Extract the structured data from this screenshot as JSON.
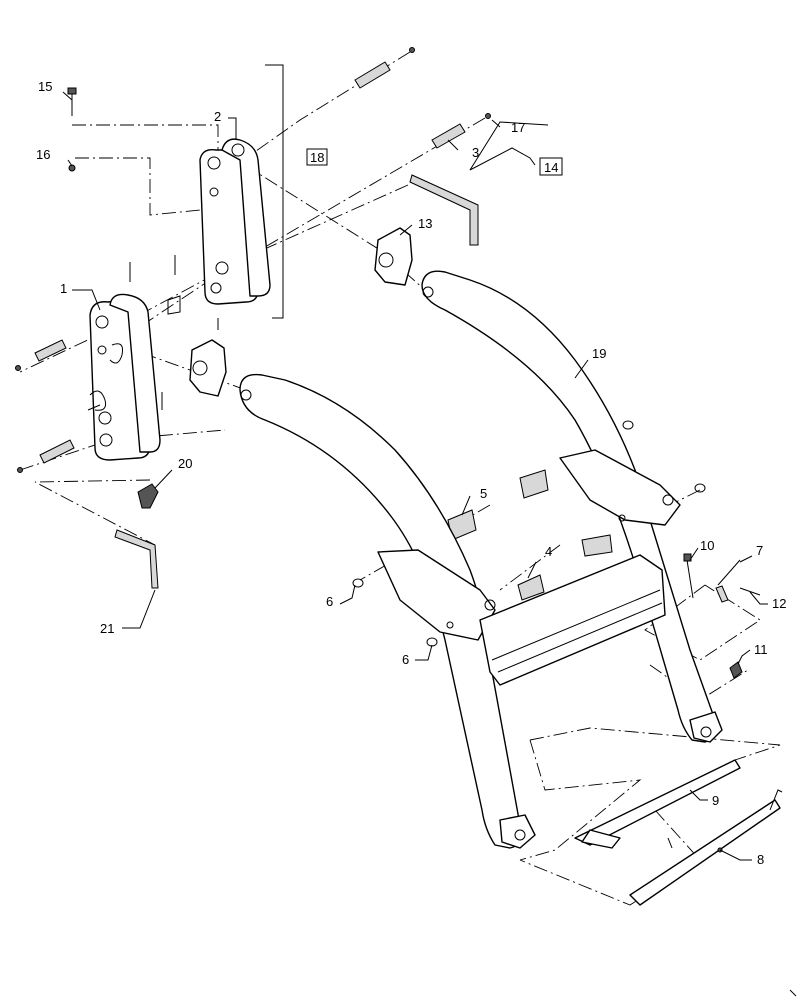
{
  "diagram": {
    "callouts": [
      {
        "id": "c15",
        "label": "15"
      },
      {
        "id": "c16",
        "label": "16"
      },
      {
        "id": "c2",
        "label": "2"
      },
      {
        "id": "c1",
        "label": "1"
      },
      {
        "id": "c18",
        "label": "18"
      },
      {
        "id": "c17",
        "label": "17"
      },
      {
        "id": "c3",
        "label": "3"
      },
      {
        "id": "c14",
        "label": "14"
      },
      {
        "id": "c13",
        "label": "13"
      },
      {
        "id": "c19",
        "label": "19"
      },
      {
        "id": "c20",
        "label": "20"
      },
      {
        "id": "c21",
        "label": "21"
      },
      {
        "id": "c5",
        "label": "5"
      },
      {
        "id": "c4",
        "label": "4"
      },
      {
        "id": "c6a",
        "label": "6"
      },
      {
        "id": "c6b",
        "label": "6"
      },
      {
        "id": "c10",
        "label": "10"
      },
      {
        "id": "c7",
        "label": "7"
      },
      {
        "id": "c12",
        "label": "12"
      },
      {
        "id": "c11",
        "label": "11"
      },
      {
        "id": "c9",
        "label": "9"
      },
      {
        "id": "c8",
        "label": "8"
      }
    ]
  }
}
